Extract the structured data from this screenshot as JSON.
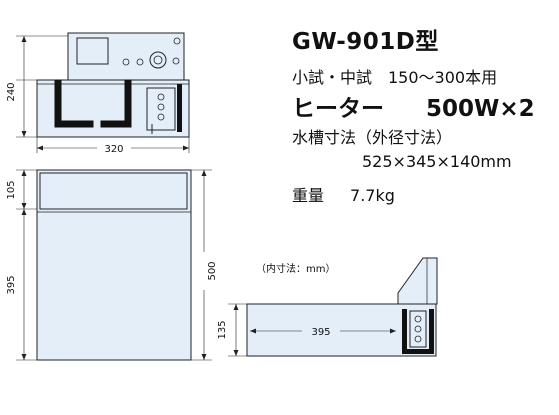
{
  "specs": {
    "model": "GW-901D型",
    "usage": "小試・中試　150〜300本用",
    "heater_label": "ヒーター",
    "heater_value": "500W×2",
    "tank_label": "水槽寸法（外径寸法）",
    "tank_dims": "525×345×140mm",
    "weight_label": "重量",
    "weight_value": "7.7kg"
  },
  "note": "（内寸法：mm）",
  "dimensions": {
    "front_height": "240",
    "front_width": "320",
    "top_height_small": "105",
    "top_height_large": "395",
    "top_total": "500",
    "side_height": "135",
    "side_width": "395"
  },
  "colors": {
    "panel_fill": "#e3eef8",
    "outline": "#222222",
    "heater": "#111111"
  }
}
